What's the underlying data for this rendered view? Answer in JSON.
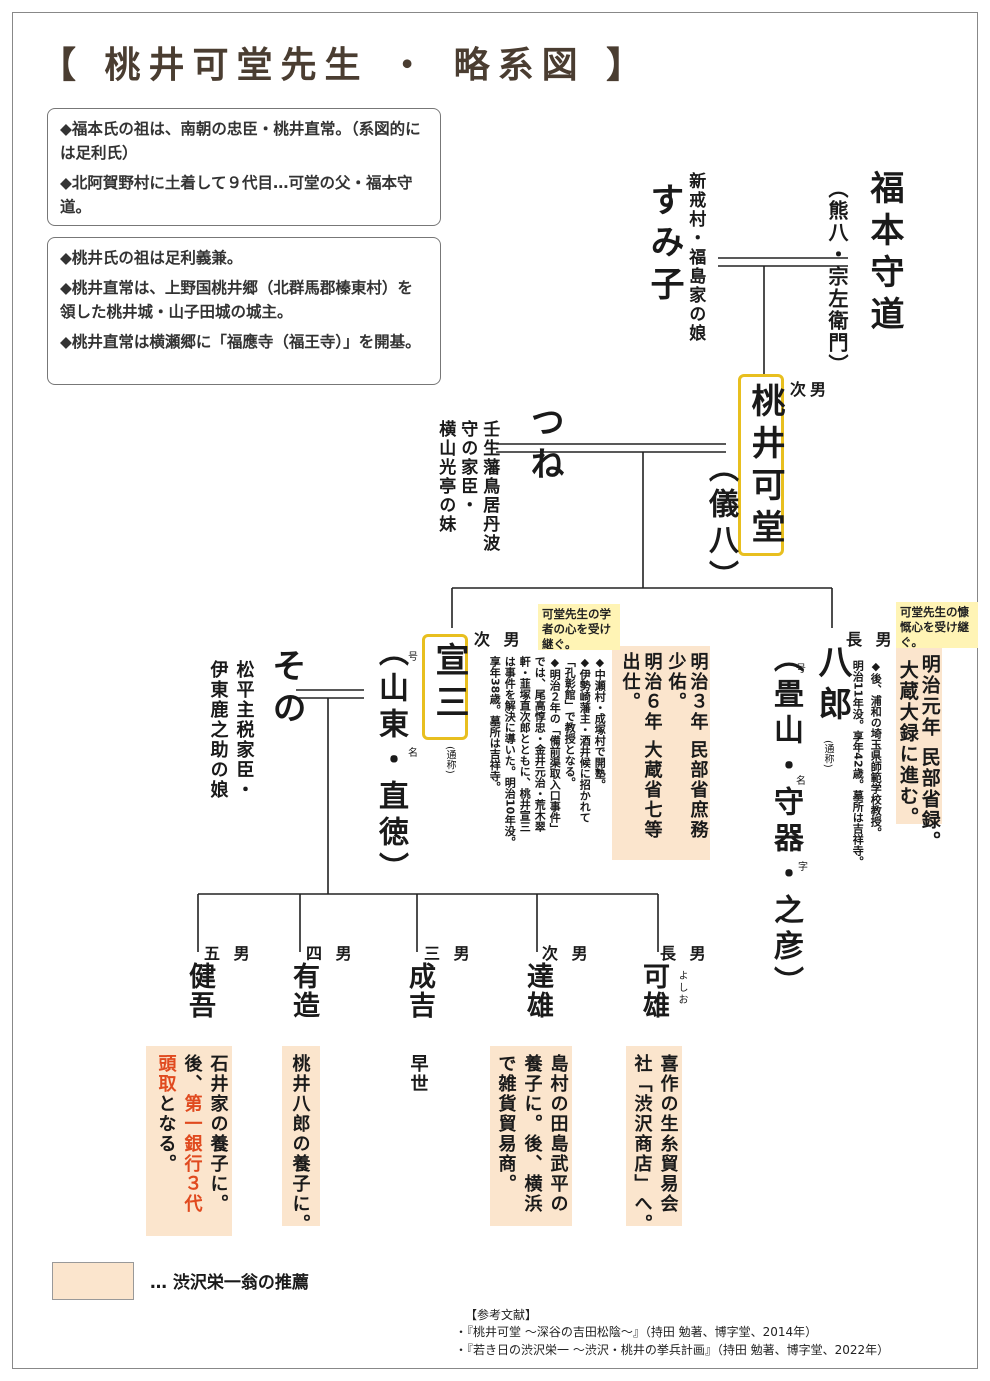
{
  "title": "【 桃井可堂先生 ・ 略系図 】",
  "notes_1": [
    "◆福本氏の祖は、南朝の忠臣・桃井直常。（系図的には足利氏）",
    "◆北阿賀野村に土着して９代目…可堂の父・福本守道。"
  ],
  "notes_2": [
    "◆桃井氏の祖は足利義兼。",
    "◆桃井直常は、上野国桃井郷（北群馬郡榛東村）を領した桃井城・山子田城の城主。",
    "◆桃井直常は横瀬郷に「福應寺（福王寺）」を開基。"
  ],
  "people": {
    "morimichi": {
      "name": "福本守道",
      "alias": "（熊八・宗左衛門）"
    },
    "sumiko": {
      "origin": "新戒村・福島家の娘",
      "name": "すみ子"
    },
    "kado": {
      "rel": "次男",
      "name": "桃井可堂",
      "alias": "（儀八）"
    },
    "tsune": {
      "name": "つね",
      "origin_1": "壬生藩鳥居丹波",
      "origin_2": "守の家臣・",
      "origin_3": "横山光亭の妹"
    },
    "hachiro": {
      "rel": "長 男",
      "go": "号",
      "name": "八郎",
      "tsusho": "(通称)",
      "alias": "（畳山・守器・之彦）",
      "mei": "名",
      "aza": "字",
      "desc_1": "◆後、浦和の埼玉県師範学校教授。",
      "desc_2": "明治11年没。享年42歳。墓所は吉祥寺。",
      "career_1": "明治元年 民部省録。",
      "career_2": "大蔵大録に進む。",
      "callout": "可堂先生の慷慨心を受け継ぐ。"
    },
    "senzo": {
      "rel": "次 男",
      "go": "号",
      "name": "宣三",
      "tsusho": "(通称)",
      "alias": "（山東・直徳）",
      "mei": "名",
      "career_1": "明治３年 民部省庶務",
      "career_2": "少佑。",
      "career_3": "明治６年 大蔵省七等",
      "career_4": "出仕。",
      "callout": "可堂先生の学者の心を受け継ぐ。",
      "desc_1": "◆中瀬村・成塚村で開塾。",
      "desc_2": "◆伊勢崎藩主・酒井候に招かれて",
      "desc_3": "「孔彰館」で教授となる。",
      "desc_4": "◆明治２年の「備前渠取入口事件」",
      "desc_5": "では、尾高惇忠・金井元治・荒木翠",
      "desc_6": "軒・韮塚直次郎とともに、桃井宣三",
      "desc_7": "は事件を解決に導いた。明治10年没。",
      "desc_8": "享年38歳。墓所は吉祥寺。"
    },
    "sono": {
      "name": "その",
      "origin_1": "松平主税家臣・",
      "origin_2": "伊東鹿之助の娘"
    }
  },
  "children": [
    {
      "rel": "長 男",
      "name": "可雄",
      "ruby": "よしお",
      "desc_1": "喜作の生糸貿易会",
      "desc_2": "社「渋沢商店」へ。"
    },
    {
      "rel": "次 男",
      "name": "達雄",
      "desc_1": "島村の田島武平の",
      "desc_2": "養子に。後、横浜",
      "desc_3": "で雑貨貿易商。"
    },
    {
      "rel": "三 男",
      "name": "成吉",
      "desc_1": "早世"
    },
    {
      "rel": "四 男",
      "name": "有造",
      "desc_1": "桃井八郎の養子に。"
    },
    {
      "rel": "五 男",
      "name": "健吾",
      "desc_1": "石井家の養子に。",
      "desc_2a": "後、",
      "desc_2b": "第一銀行３代",
      "desc_3a": "頭取",
      "desc_3b": "となる。"
    }
  ],
  "legend": "… 渋沢栄一翁の推薦",
  "refs": {
    "heading": "【参考文献】",
    "items": [
      "・『桃井可堂 ～深谷の吉田松陰～』（持田 勉著、博字堂、2014年）",
      "・『若き日の渋沢栄一 ～渋沢・桃井の挙兵計画』（持田 勉著、博字堂、2022年）"
    ]
  },
  "colors": {
    "highlight": "#fbe5cd",
    "gold_frame": "#e8bf1f",
    "callout": "#fff4b5",
    "red_text": "#e04a1f",
    "title": "#4a3d31"
  }
}
